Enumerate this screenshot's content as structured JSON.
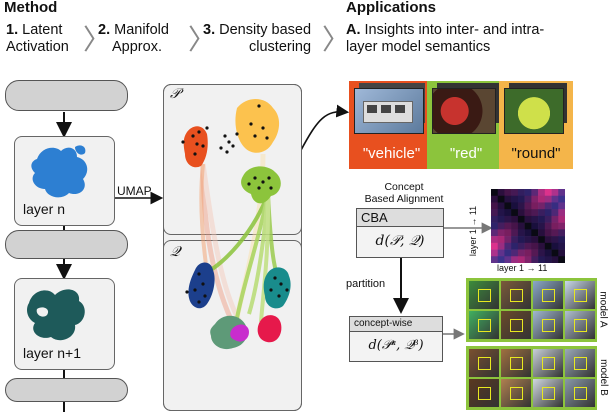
{
  "method": {
    "title": "Method",
    "steps": [
      {
        "num": "1.",
        "line1": "Latent",
        "line2": "Activation"
      },
      {
        "num": "2.",
        "line1": "Manifold",
        "line2": "Approx."
      },
      {
        "num": "3.",
        "line1": "Density based",
        "line2": "clustering"
      }
    ],
    "layer_n": "layer n",
    "layer_n1": "layer n+1",
    "umap": "UMAP",
    "space_p": "𝒫",
    "space_q": "𝒬"
  },
  "applications": {
    "title": "Applications",
    "subtitle_prefix": "A.",
    "subtitle_line1": "Insights into inter- and intra-",
    "subtitle_line2": "layer model semantics",
    "concepts": [
      {
        "label": "\"vehicle\"",
        "color": "#e8501f"
      },
      {
        "label": "\"red\"",
        "color": "#8cc43c"
      },
      {
        "label": "\"round\"",
        "color": "#f4b54a"
      }
    ],
    "cba_caption_line1": "Concept",
    "cba_caption_line2": "Based Alignment",
    "cba_label": "CBA",
    "cba_formula": "d(𝒫, 𝒬)",
    "heatmap_ylabel": "layer 1 → 11",
    "heatmap_xlabel": "layer 1 → 11",
    "partition": "partition",
    "conceptwise_label": "concept-wise",
    "conceptwise_formula": "d(𝒫ᵃ, 𝒬ᵝ)",
    "model_a": "model A",
    "model_b": "model B"
  },
  "colors": {
    "orange": "#e8501f",
    "yellow": "#fcc24e",
    "green": "#8cc43c",
    "blue": "#1c3f8c",
    "teal": "#198c8c",
    "sage": "#5e9a78",
    "magenta": "#c82ccd",
    "red": "#e6194b",
    "layer_blue": "#2d7fd2",
    "layer_teal": "#1e5a5a"
  }
}
